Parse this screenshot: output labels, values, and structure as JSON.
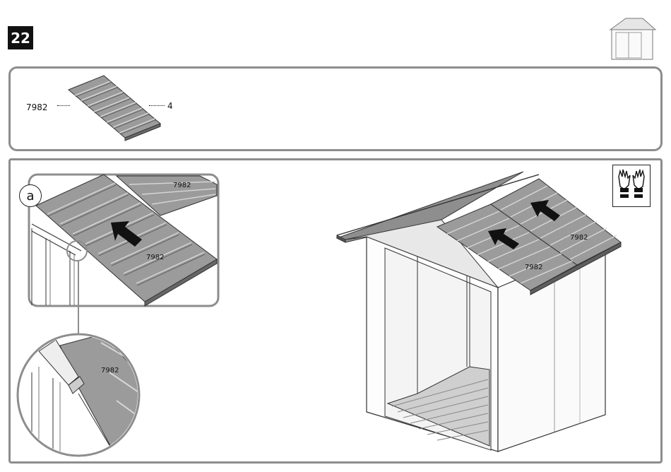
{
  "step": {
    "number": "22"
  },
  "parts": {
    "code": "7982",
    "quantity": "4"
  },
  "detail_a": {
    "callout": "a",
    "labels": [
      "7982",
      "7982"
    ]
  },
  "detail_zoom": {
    "label": "7982"
  },
  "main_view": {
    "labels": [
      "7982",
      "7982"
    ]
  },
  "icons": {
    "shed_thumbnail": "shed-thumbnail-icon",
    "gloves": "gloves-icon",
    "arrow": "up-arrow-icon"
  },
  "colors": {
    "panel_border": "#8d8d8d",
    "roof_gray": "#9b9b9b",
    "ink": "#111111"
  }
}
